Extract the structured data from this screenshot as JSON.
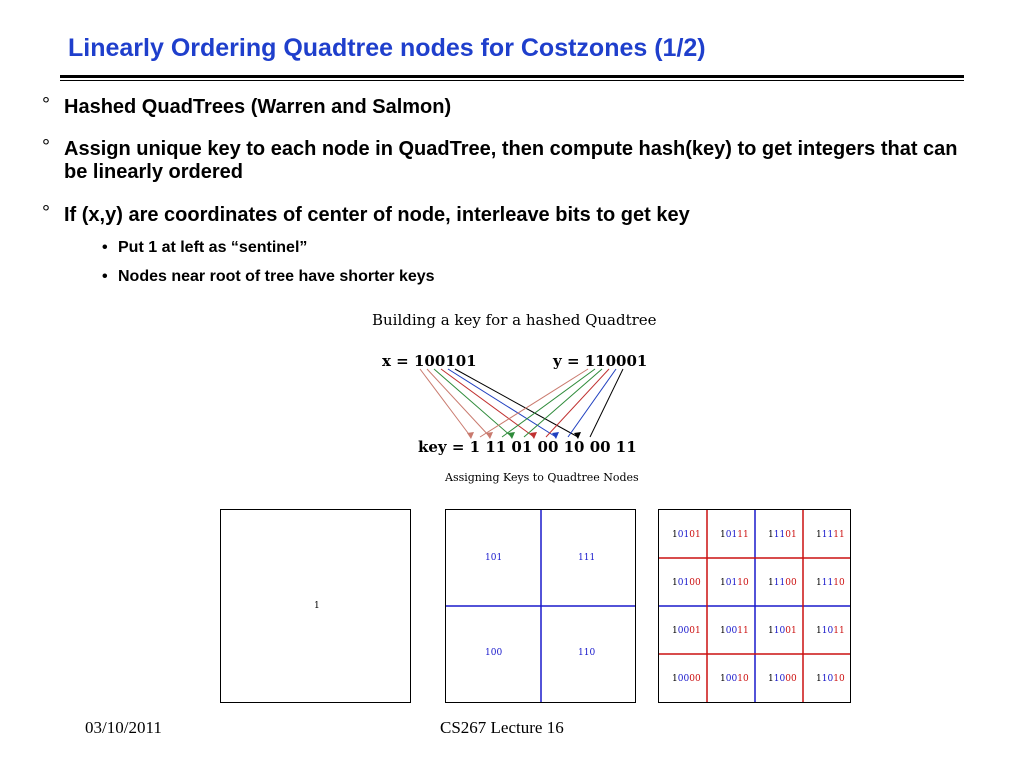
{
  "slide": {
    "title": "Linearly Ordering Quadtree nodes for Costzones (1/2)",
    "bullets": [
      "Hashed QuadTrees (Warren and Salmon)",
      "Assign unique key to each node in QuadTree, then compute hash(key) to get integers that can be linearly ordered",
      "If (x,y) are coordinates of center of node, interleave bits to get key"
    ],
    "bullet_mark": "°",
    "sub_mark": "•",
    "sub_bullets": [
      "Put 1 at left as “sentinel”",
      "Nodes near root of tree have shorter keys"
    ]
  },
  "figure": {
    "title": "Building a key for a hashed Quadtree",
    "x_label": "x = 100101",
    "y_label": "y = 110001",
    "key_label": "key = 1 11 01 00 10 00 11",
    "subtitle": "Assigning Keys to Quadtree Nodes",
    "level0": [
      "1"
    ],
    "level1": [
      [
        "101",
        "111"
      ],
      [
        "100",
        "110"
      ]
    ],
    "level2": [
      [
        "10101",
        "10111",
        "11101",
        "11111"
      ],
      [
        "10100",
        "10110",
        "11100",
        "11110"
      ],
      [
        "10001",
        "10011",
        "11001",
        "11011"
      ],
      [
        "10000",
        "10010",
        "11000",
        "11010"
      ]
    ],
    "colors": {
      "title": "#1f3fcc",
      "arrow_x": [
        "#c97a6e",
        "#c97a6e",
        "#2e8b3a",
        "#c03030",
        "#2040c0",
        "#000000"
      ],
      "grid_red": "#cc1111",
      "grid_blue": "#1a1acc",
      "key_blue": "#1a1acc",
      "key_red": "#cc1111"
    }
  },
  "footer": {
    "date": "03/10/2011",
    "course": "CS267 Lecture 16"
  }
}
